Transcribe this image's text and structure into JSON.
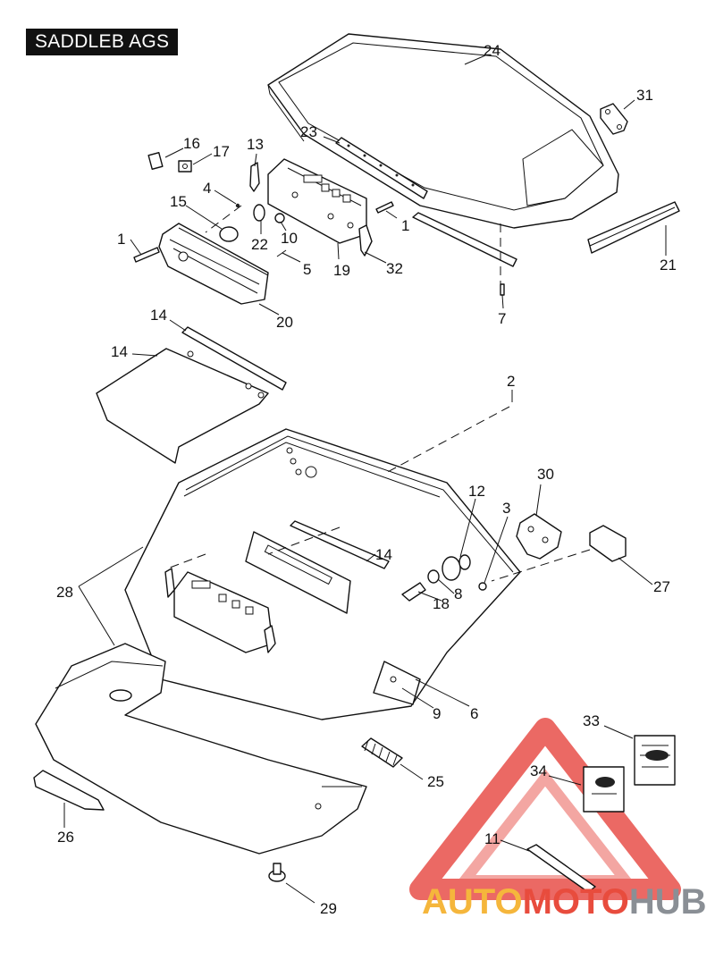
{
  "title": "SADDLEBAGS",
  "title_display": "SADDLEB AGS",
  "callouts": [
    "24",
    "31",
    "23",
    "16",
    "17",
    "13",
    "4",
    "15",
    "1",
    "22",
    "10",
    "5",
    "19",
    "32",
    "1",
    "21",
    "7",
    "20",
    "14",
    "14",
    "2",
    "12",
    "30",
    "3",
    "14",
    "28",
    "18",
    "8",
    "27",
    "6",
    "9",
    "33",
    "34",
    "25",
    "11",
    "26",
    "29"
  ],
  "watermark": {
    "part1": "AUTO",
    "part2": "MOTO",
    "part3": "HUB",
    "colors": {
      "auto": "#f5b63c",
      "moto": "#e84c3d",
      "hub": "#8a8f95",
      "triangle": "#e8504a"
    }
  }
}
